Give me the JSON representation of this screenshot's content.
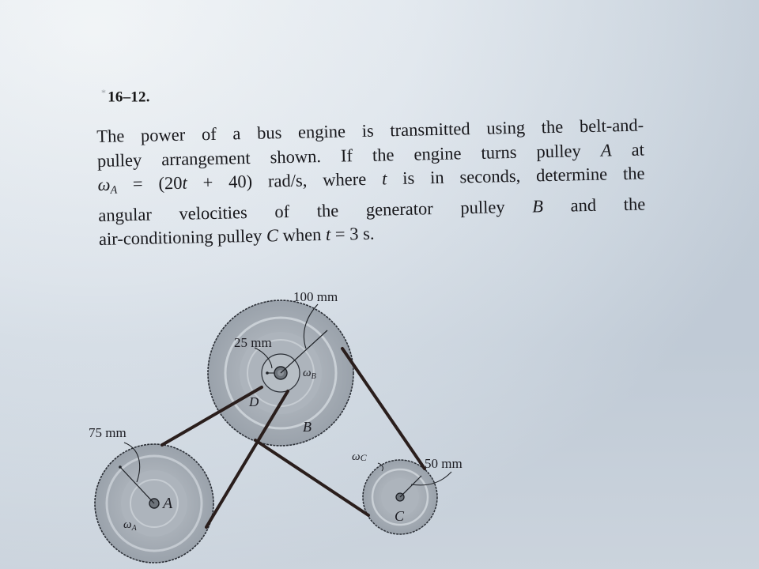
{
  "problem": {
    "marker": "*",
    "number": "16–12.",
    "lines": [
      {
        "text": "The power of a bus engine is transmitted using the belt-and-"
      },
      {
        "pre": "pulley arrangement shown. If the engine turns pulley ",
        "var": "A",
        "post": " at"
      },
      {
        "omega": "ω",
        "omega_sub": "A",
        "eq": " = (20",
        "t": "t",
        "rest": " + 40) rad/s, where ",
        "t2": "t",
        "rest2": " is in seconds, determine the"
      },
      {
        "pre": "angular velocities of the generator pulley ",
        "var": "B",
        "post": " and the"
      },
      {
        "pre": "air-conditioning pulley ",
        "var": "C",
        "mid": " when ",
        "t": "t",
        "post": " = 3 s."
      }
    ]
  },
  "figure": {
    "labels": {
      "radius_B_outer": "100 mm",
      "radius_D": "25 mm",
      "radius_A": "75 mm",
      "radius_C": "50 mm",
      "omega_B": "ω",
      "omega_B_sub": "B",
      "omega_A": "ω",
      "omega_A_sub": "A",
      "omega_C": "ω",
      "omega_C_sub": "C",
      "pulley_A": "A",
      "pulley_B": "B",
      "pulley_C": "C",
      "pulley_D": "D"
    },
    "colors": {
      "pulley_fill": "#a9b0b8",
      "pulley_inner": "#bcc3ca",
      "belt": "#2a1e1c",
      "outline": "#2b2f36"
    }
  }
}
